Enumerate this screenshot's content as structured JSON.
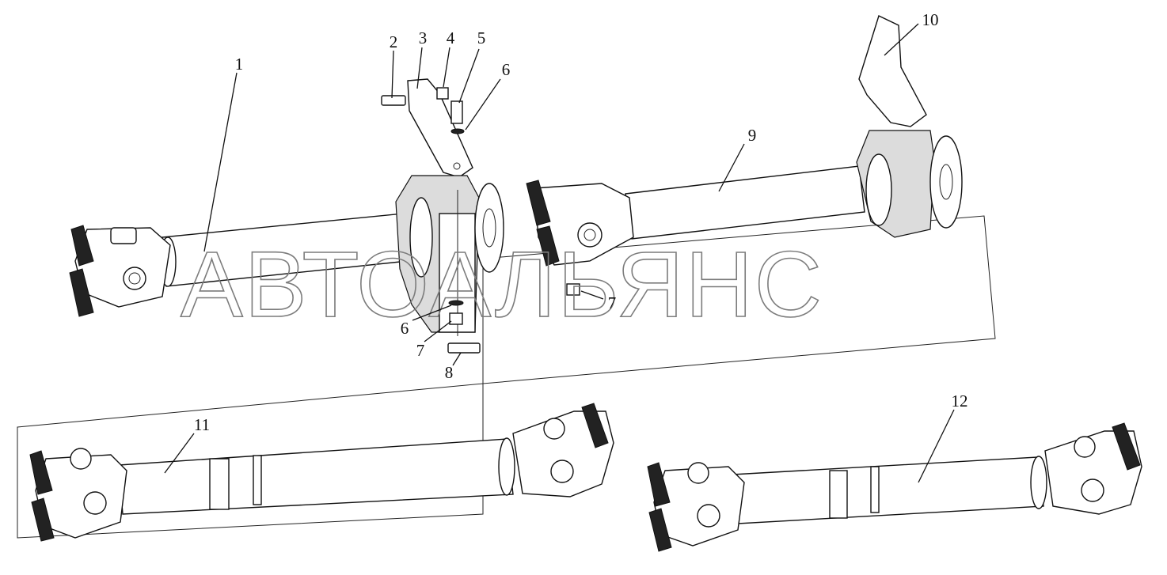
{
  "watermark": "АВТОАЛЬЯНС",
  "callouts": {
    "c1": "1",
    "c2": "2",
    "c3": "3",
    "c4": "4",
    "c5": "5",
    "c6a": "6",
    "c6b": "6",
    "c7a": "7",
    "c7b": "7",
    "c8": "8",
    "c9": "9",
    "c10": "10",
    "c11": "11",
    "c12": "12"
  }
}
